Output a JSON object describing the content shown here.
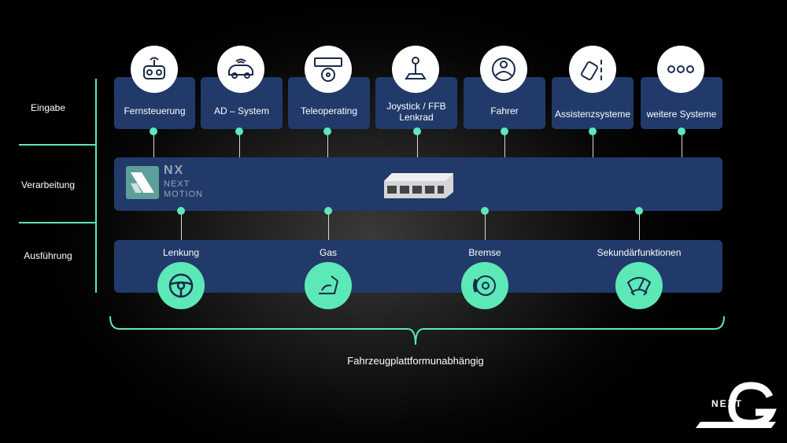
{
  "rows": {
    "input": "Eingabe",
    "processing": "Verarbeitung",
    "execution": "Ausführung"
  },
  "inputs": [
    {
      "label": "Fernsteuerung",
      "icon": "remote-control-icon"
    },
    {
      "label": "AD – System",
      "icon": "autonomous-car-icon"
    },
    {
      "label": "Teleoperating",
      "icon": "teleoperation-screen-icon"
    },
    {
      "label": "Joystick / FFB Lenkrad",
      "icon": "joystick-icon"
    },
    {
      "label": "Fahrer",
      "icon": "driver-icon"
    },
    {
      "label": "Assistenzsysteme",
      "icon": "lane-assist-icon"
    },
    {
      "label": "weitere Systeme",
      "icon": "more-dots-icon"
    }
  ],
  "processing": {
    "logo_mark": "NX",
    "logo_line1": "NEXT",
    "logo_line2": "MOTION"
  },
  "outputs": [
    {
      "label": "Lenkung",
      "icon": "steering-wheel-icon"
    },
    {
      "label": "Gas",
      "icon": "gas-pedal-icon"
    },
    {
      "label": "Bremse",
      "icon": "brake-disc-icon"
    },
    {
      "label": "Sekundärfunktionen",
      "icon": "wiper-icon"
    }
  ],
  "footer": {
    "caption": "Fahrzeugplattformunabhängig",
    "brand": "NEXT"
  },
  "colors": {
    "accent": "#5de8b8",
    "panel": "#223a6a",
    "background": "#000000"
  }
}
